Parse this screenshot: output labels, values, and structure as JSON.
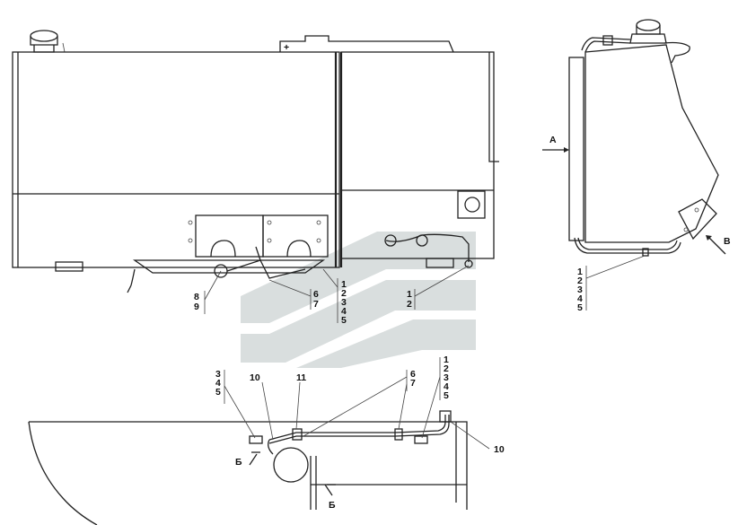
{
  "watermark": {
    "colors": [
      "#d9dede",
      "#e4e8e8"
    ]
  },
  "labels": {
    "top_left_8_9": [
      "8",
      "9"
    ],
    "top_left_6_7": [
      "6",
      "7"
    ],
    "top_left_1_5": [
      "1",
      "2",
      "3",
      "4",
      "5"
    ],
    "top_mid_1_2": [
      "1",
      "2"
    ],
    "right_1_5": [
      "1",
      "2",
      "3",
      "4",
      "5"
    ],
    "bottom_3_5": [
      "3",
      "4",
      "5"
    ],
    "bottom_10a": "10",
    "bottom_11": "11",
    "bottom_6_7": [
      "6",
      "7"
    ],
    "bottom_1_5": [
      "1",
      "2",
      "3",
      "4",
      "5"
    ],
    "bottom_10b": "10",
    "view_a": "А",
    "view_b": "В",
    "section_b1": "Б",
    "section_b2": "Б",
    "plus_mark": "+"
  }
}
